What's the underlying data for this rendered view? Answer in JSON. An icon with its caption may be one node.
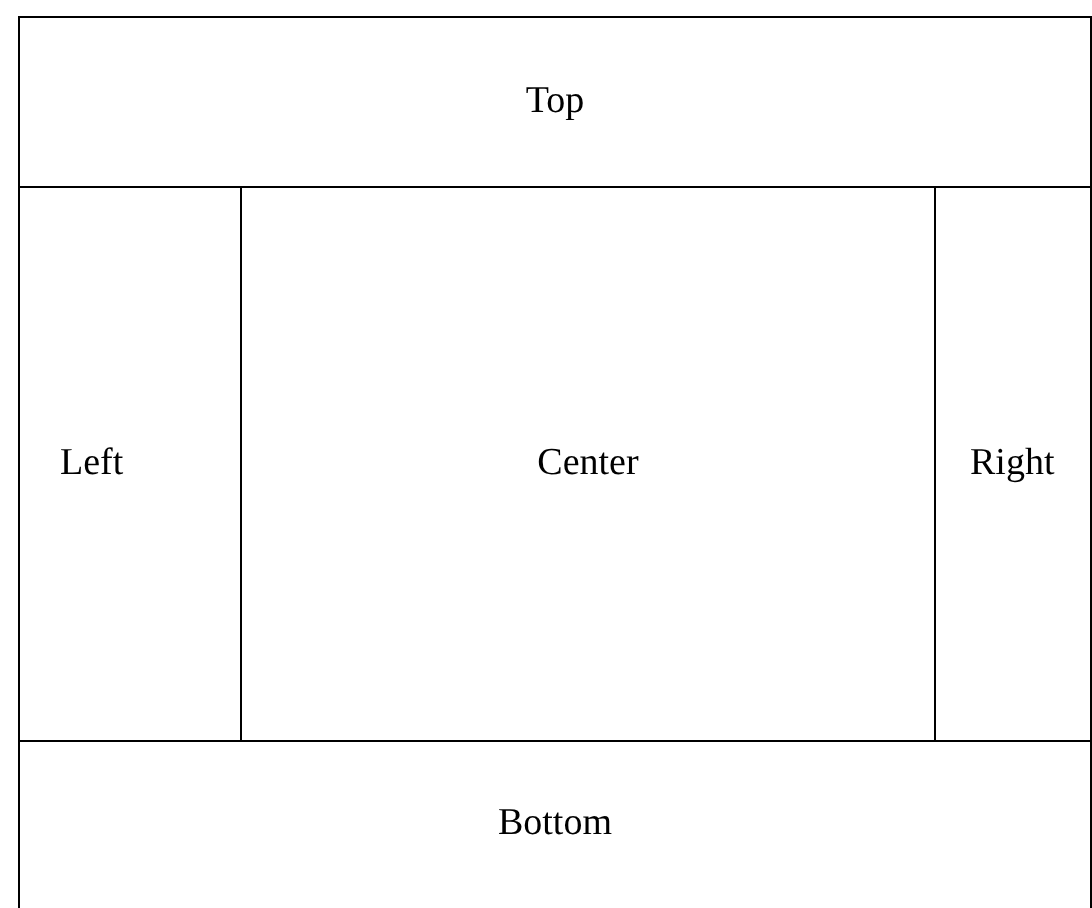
{
  "diagram": {
    "nodes": [
      {
        "text": [
          "Top"
        ]
      },
      {
        "text": [
          "Left"
        ]
      },
      {
        "text": [
          "Center"
        ]
      },
      {
        "text": [
          "Right"
        ]
      },
      {
        "text": [
          "Bottom"
        ]
      }
    ]
  }
}
